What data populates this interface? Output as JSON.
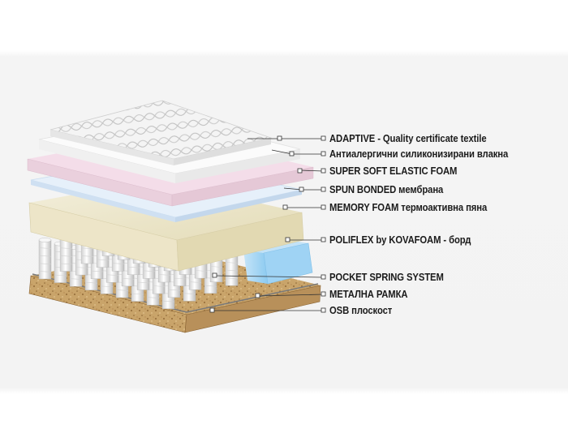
{
  "layers": [
    {
      "label": "ADAPTIVE - Quality certificate textile"
    },
    {
      "label": "Антиалергични силиконизирани влакна"
    },
    {
      "label": "SUPER SOFT ELASTIC FOAM"
    },
    {
      "label": "SPUN BONDED мембрана"
    },
    {
      "label": "MEMORY FOAM термоактивна пяна"
    },
    {
      "label": "POLIFLEX by KOVAFOAM - борд"
    },
    {
      "label": "POCKET SPRING SYSTEM"
    },
    {
      "label": "МЕТАЛНА РАМКА"
    },
    {
      "label": "OSB плоскост"
    }
  ],
  "colors": {
    "textile": "#f2f2f2",
    "fiber": "#fbfbfb",
    "soft_foam": "#f1d9e6",
    "spun_bonded": "#e3eef9",
    "memory_foam": "#efe8cf",
    "poliflex": "#9fd3f4",
    "springs": "#ebebeb",
    "osb": "#c9a46a",
    "leader": "#333333"
  }
}
